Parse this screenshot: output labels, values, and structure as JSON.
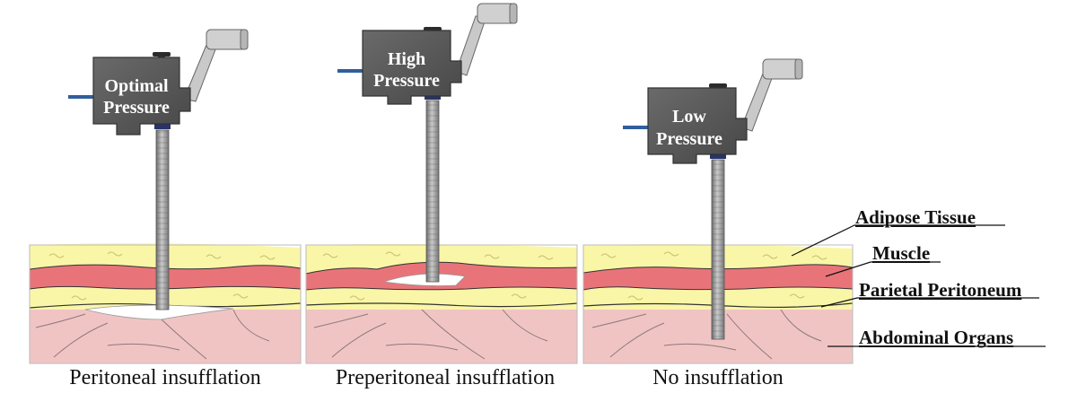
{
  "panels": [
    {
      "gauge_line1": "Optimal",
      "gauge_line2": "Pressure",
      "caption": "Peritoneal insufflation",
      "insufflation_site": "peritoneal"
    },
    {
      "gauge_line1": "High",
      "gauge_line2": "Pressure",
      "caption": "Preperitoneal insufflation",
      "insufflation_site": "preperitoneal"
    },
    {
      "gauge_line1": "Low",
      "gauge_line2": "Pressure",
      "caption": "No insufflation",
      "insufflation_site": "none"
    }
  ],
  "layers": {
    "adipose": "Adipose Tissue",
    "muscle": "Muscle",
    "peritoneum": "Parietal Peritoneum",
    "organs": "Abdominal Organs"
  },
  "colors": {
    "adipose": "#faf6a8",
    "muscle": "#e8747a",
    "organs": "#f1c4c4",
    "gauge": "#5a5a5a",
    "needle": "#9a9a9a",
    "hose": "#2f5f9e",
    "gas": "#ffffff"
  }
}
